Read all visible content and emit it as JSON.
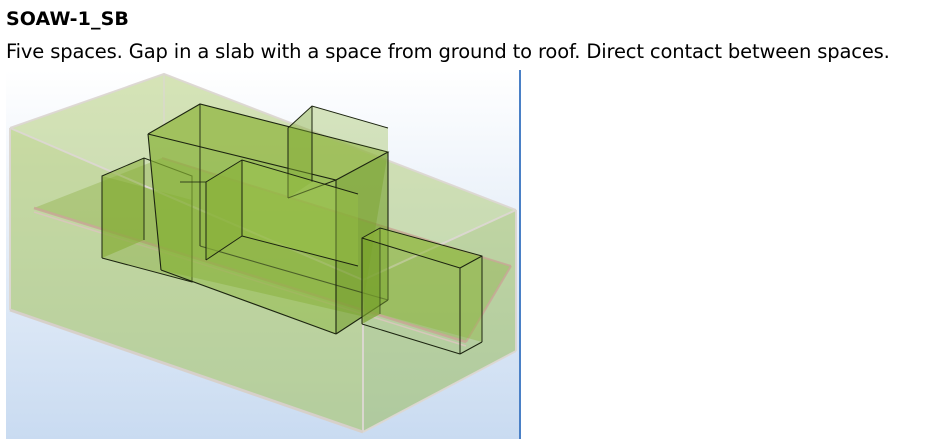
{
  "document": {
    "heading": "SOAW-1_SB",
    "caption": "Five spaces. Gap in a slab with a space from ground to roof. Direct contact between spaces."
  },
  "model_view": {
    "space_count": 5,
    "background_top_color": "#ffffff",
    "background_bottom_color": "#c9dbf1",
    "space_fill_color": "#8cb43c",
    "space_edge_color": "#1c2410",
    "viewport_border_color": "#4a80c6",
    "slab_edge_color": "#c8a896"
  }
}
